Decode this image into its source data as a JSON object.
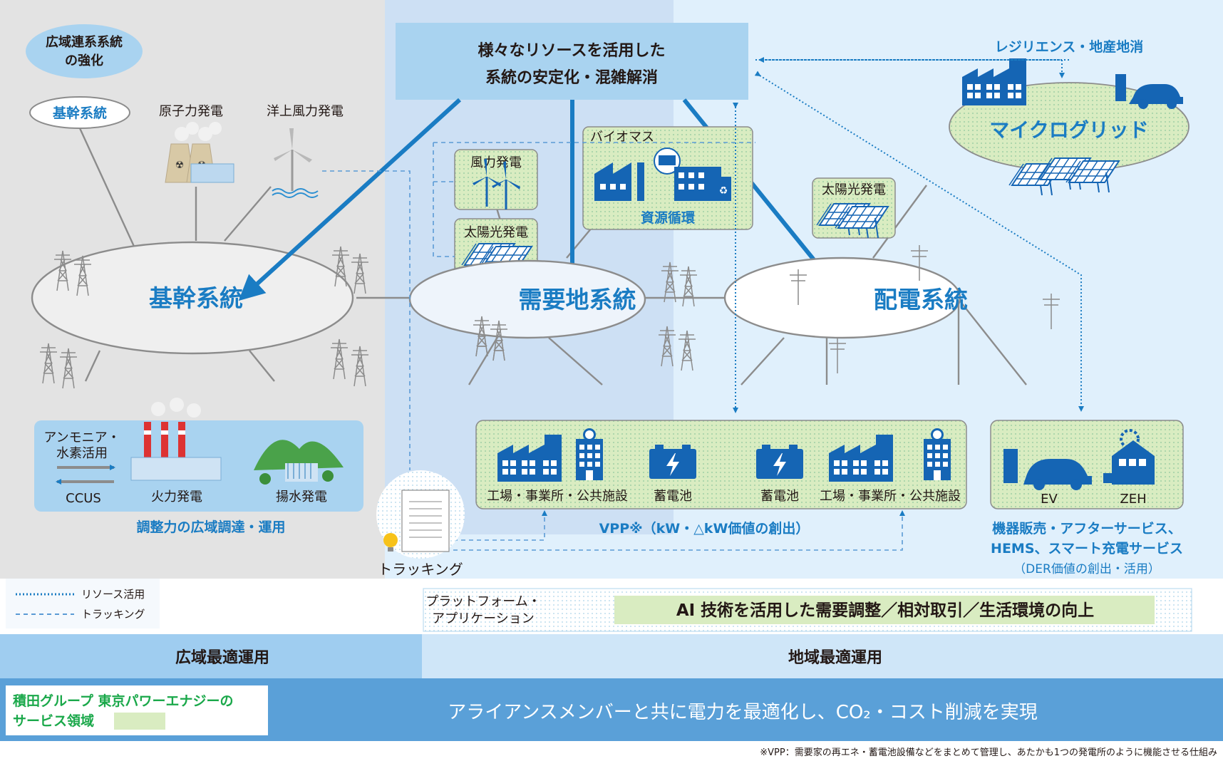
{
  "colors": {
    "accent": "#1a7cc3",
    "icon": "#1565b4",
    "green_box": "#d9ecc1",
    "light_blue": "#cde3f6",
    "grey_bg": "#e3e3e3",
    "bottom_band": "#5aa0d8"
  },
  "wide_area": {
    "badge": [
      "広域連系系統",
      "の強化"
    ],
    "trunk_label": "基幹系統",
    "nuclear": "原子力発電",
    "offshore_wind": "洋上風力発電",
    "hub": "基幹系統"
  },
  "adjust": {
    "ammonia": [
      "アンモニア・",
      "水素活用"
    ],
    "ccus": "CCUS",
    "thermal": "火力発電",
    "pumped": "揚水発電",
    "caption": "調整力の広域調達・運用"
  },
  "top_box": [
    "様々なリソースを活用した",
    "系統の安定化・混雑解消"
  ],
  "demand": {
    "wind": "風力発電",
    "solar": "太陽光発電",
    "biomass": "バイオマス",
    "recycle": "資源循環",
    "hub": "需要地系統"
  },
  "distribution": {
    "hub": "配電系統",
    "solar": "太陽光発電"
  },
  "microgrid": {
    "resilience": "レジリエンス・地産地消",
    "title": "マイクログリッド"
  },
  "vpp": {
    "facility1": "工場・事業所・公共施設",
    "battery1": "蓄電池",
    "battery2": "蓄電池",
    "facility2": "工場・事業所・公共施設",
    "caption": "VPP※（kW・△kW価値の創出）"
  },
  "der": {
    "ev": "EV",
    "zeh": "ZEH",
    "caption": [
      "機器販売・アフターサービス、",
      "HEMS、スマート充電サービス",
      "（DER価値の創出・活用）"
    ]
  },
  "tracking": "トラッキング",
  "legend": {
    "resource": "リソース活用",
    "tracking": "トラッキング"
  },
  "platform": {
    "label": [
      "プラットフォーム・",
      "アプリケーション"
    ],
    "text": "AI 技術を活用した需要調整／相対取引／生活環境の向上"
  },
  "bands": {
    "wide": "広域最適運用",
    "regional": "地域最適運用"
  },
  "bottom": {
    "service_area": [
      "積田グループ 東京パワーエナジーの",
      "サービス領域"
    ],
    "slogan": "アライアンスメンバーと共に電力を最適化し、CO₂・コスト削減を実現"
  },
  "footnote": "※VPP：需要家の再エネ・蓄電池設備などをまとめて管理し、あたかも1つの発電所のように機能させる仕組み"
}
